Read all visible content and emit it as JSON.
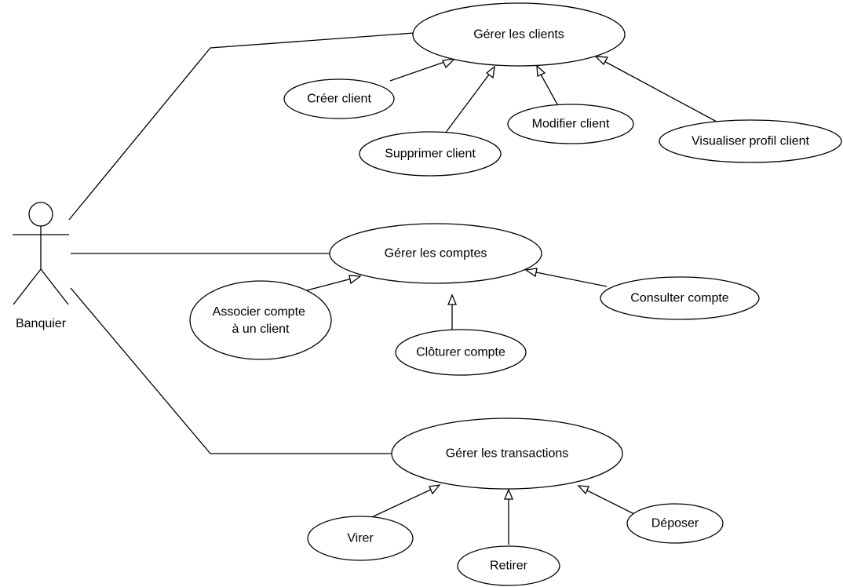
{
  "actor": {
    "label": "Banquier"
  },
  "use_cases": {
    "gerer_clients": "Gérer les clients",
    "creer_client": "Créer client",
    "supprimer_client": "Supprimer client",
    "modifier_client": "Modifier client",
    "visualiser_profil_client": "Visualiser profil client",
    "gerer_comptes": "Gérer les comptes",
    "associer_compte": [
      "Associer compte",
      "à un client"
    ],
    "cloturer_compte": "Clôturer compte",
    "consulter_compte": "Consulter compte",
    "gerer_transactions": "Gérer les transactions",
    "virer": "Virer",
    "retirer": "Retirer",
    "deposer": "Déposer"
  },
  "colors": {
    "stroke": "#000000",
    "fill": "#ffffff",
    "text": "#000000"
  }
}
